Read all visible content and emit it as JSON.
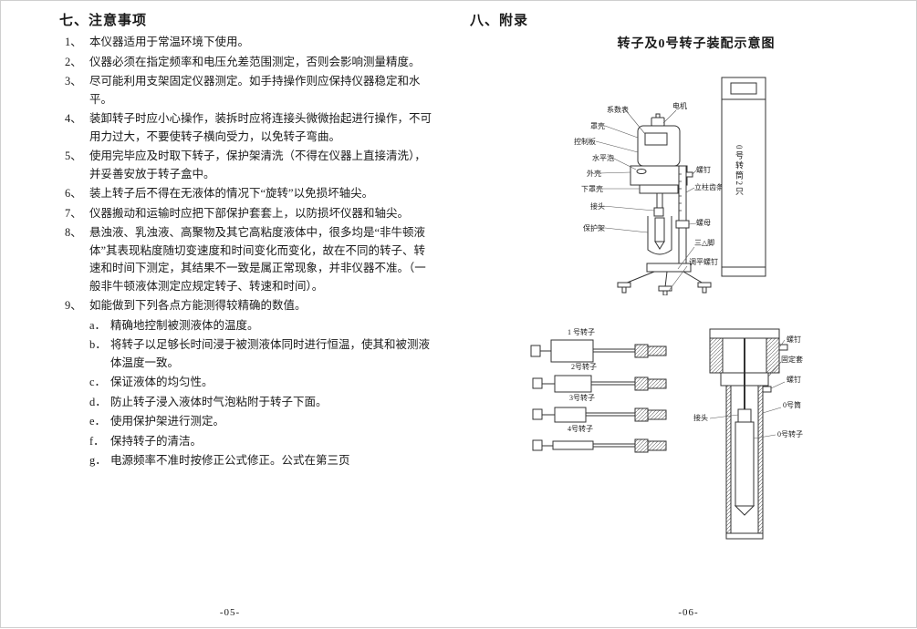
{
  "page_left": {
    "title": "七、注意事项",
    "items": [
      {
        "num": "1、",
        "text": "本仪器适用于常温环境下使用。"
      },
      {
        "num": "2、",
        "text": "仪器必须在指定频率和电压允差范围测定，否则会影响测量精度。"
      },
      {
        "num": "3、",
        "text": "尽可能利用支架固定仪器测定。如手持操作则应保持仪器稳定和水平。"
      },
      {
        "num": "4、",
        "text": "装卸转子时应小心操作，装拆时应将连接头微微抬起进行操作，不可用力过大，不要使转子横向受力，以免转子弯曲。"
      },
      {
        "num": "5、",
        "text": "使用完毕应及时取下转子，保护架清洗（不得在仪器上直接清洗），并妥善安放于转子盒中。"
      },
      {
        "num": "6、",
        "text": "装上转子后不得在无液体的情况下“旋转”以免损坏轴尖。"
      },
      {
        "num": "7、",
        "text": "仪器搬动和运输时应把下部保护套套上，以防损坏仪器和轴尖。"
      },
      {
        "num": "8、",
        "text": "悬浊液、乳浊液、高聚物及其它高粘度液体中，很多均是“非牛顿液体”其表现粘度随切变速度和时间变化而变化，故在不同的转子、转速和时间下测定，其结果不一致是属正常现象，并非仪器不准。（一般非牛顿液体测定应规定转子、转速和时间）。"
      },
      {
        "num": "9、",
        "text": "如能做到下列各点方能测得较精确的数值。"
      }
    ],
    "sub_items": [
      {
        "num": "a．",
        "text": "精确地控制被测液体的温度。"
      },
      {
        "num": "b．",
        "text": "将转子以足够长时间浸于被测液体同时进行恒温，使其和被测液体温度一致。"
      },
      {
        "num": "c．",
        "text": "保证液体的均匀性。"
      },
      {
        "num": "d．",
        "text": "防止转子浸入液体时气泡粘附于转子下面。"
      },
      {
        "num": "e．",
        "text": "使用保护架进行测定。"
      },
      {
        "num": "f．",
        "text": "保持转子的清洁。"
      },
      {
        "num": "g．",
        "text": "电源频率不准时按修正公式修正。公式在第三页"
      }
    ],
    "footer": "-05-"
  },
  "page_right": {
    "title": "八、附录",
    "diagram_title": "转子及0号转子装配示意图",
    "instrument_labels": {
      "dial": "系数表",
      "motor": "电机",
      "cover": "罩壳",
      "control_board": "控制板",
      "level_bubble": "水平泡",
      "outer_shell": "外壳",
      "lower_cover": "下罩壳",
      "connector": "接头",
      "guard": "保护架",
      "screw": "螺钉",
      "column_rack": "立柱齿条",
      "nut": "螺母",
      "tripod": "三△脚",
      "leveling_screw": "调平螺钉",
      "case_vertical": "0号转筒2只"
    },
    "rotor_labels": {
      "rotor1": "1 号转子",
      "rotor2": "2号转子",
      "rotor3": "3号转子",
      "rotor4": "4号转子",
      "screw_top": "螺钉",
      "fixing_sleeve": "固定套",
      "screw_mid": "螺钉",
      "tube0": "0号筒",
      "joint": "接头",
      "rotor0": "0号转子"
    },
    "footer": "-06-"
  }
}
